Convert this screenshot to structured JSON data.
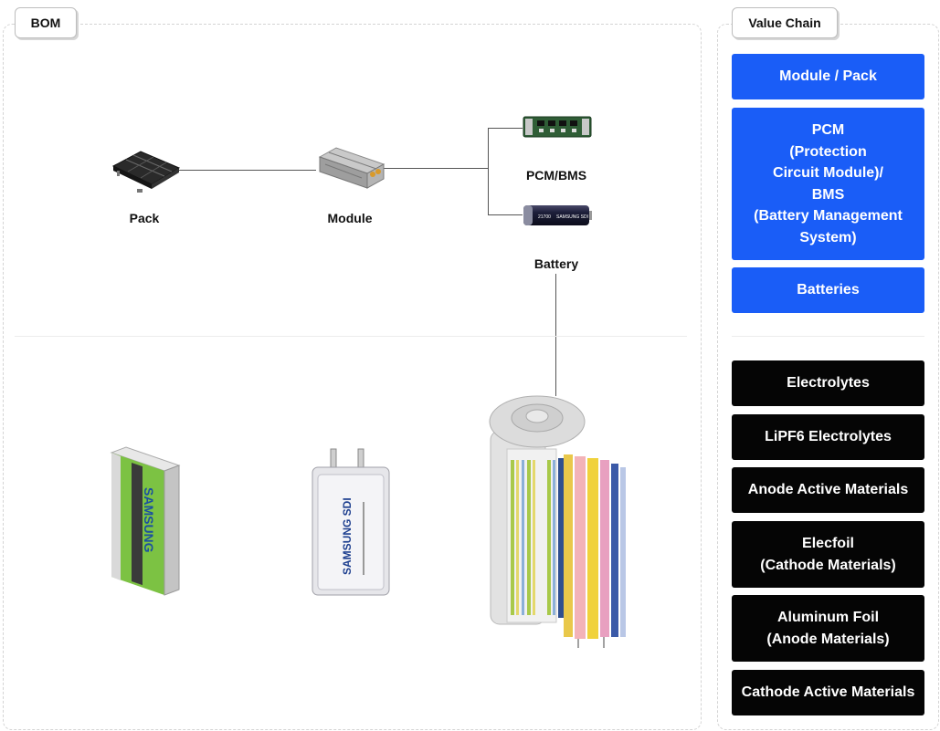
{
  "bom": {
    "tab_label": "BOM",
    "nodes": {
      "pack": "Pack",
      "module": "Module",
      "pcm_bms": "PCM/BMS",
      "battery": "Battery"
    },
    "cells": {
      "prismatic_brand": "SAMSUNG",
      "pouch_brand": "SAMSUNG SDI",
      "cylindrical_brand": "SAMSUNG SDI",
      "cylindrical_model": "21700"
    }
  },
  "value_chain": {
    "tab_label": "Value Chain",
    "upper": [
      "Module / Pack",
      "PCM\n(Protection\nCircuit Module)/\nBMS\n(Battery Management\nSystem)",
      "Batteries"
    ],
    "lower": [
      "Electrolytes",
      "LiPF6 Electrolytes",
      "Anode Active Materials",
      "Elecfoil\n(Cathode Materials)",
      "Aluminum Foil\n(Anode Materials)",
      "Cathode Active Materials"
    ],
    "colors": {
      "upper": "#1a5df7",
      "lower": "#050505"
    }
  }
}
